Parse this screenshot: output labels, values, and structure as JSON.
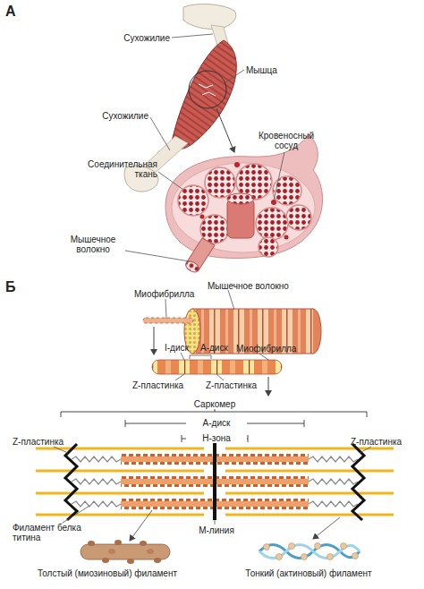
{
  "diagram": {
    "labels": [
      "А",
      "Сухожилие",
      "Мышца",
      "Сухожилие",
      "Кровеносный сосуд",
      "Соединительная ткань",
      "Мышечное волокно",
      "Б",
      "Миофибрилла",
      "Мышечное волокно",
      "I-диск",
      "А-диск",
      "Миофибрилла",
      "Z-пластинка",
      "Z-пластинка",
      "Саркомер",
      "А-диск",
      "Н-зона",
      "Z-пластинка",
      "Z-пластинка",
      "Филамент белка титина",
      "М-линия",
      "Толстый (миозиновый) филамент",
      "Тонкий (актиновый) филамент"
    ]
  }
}
